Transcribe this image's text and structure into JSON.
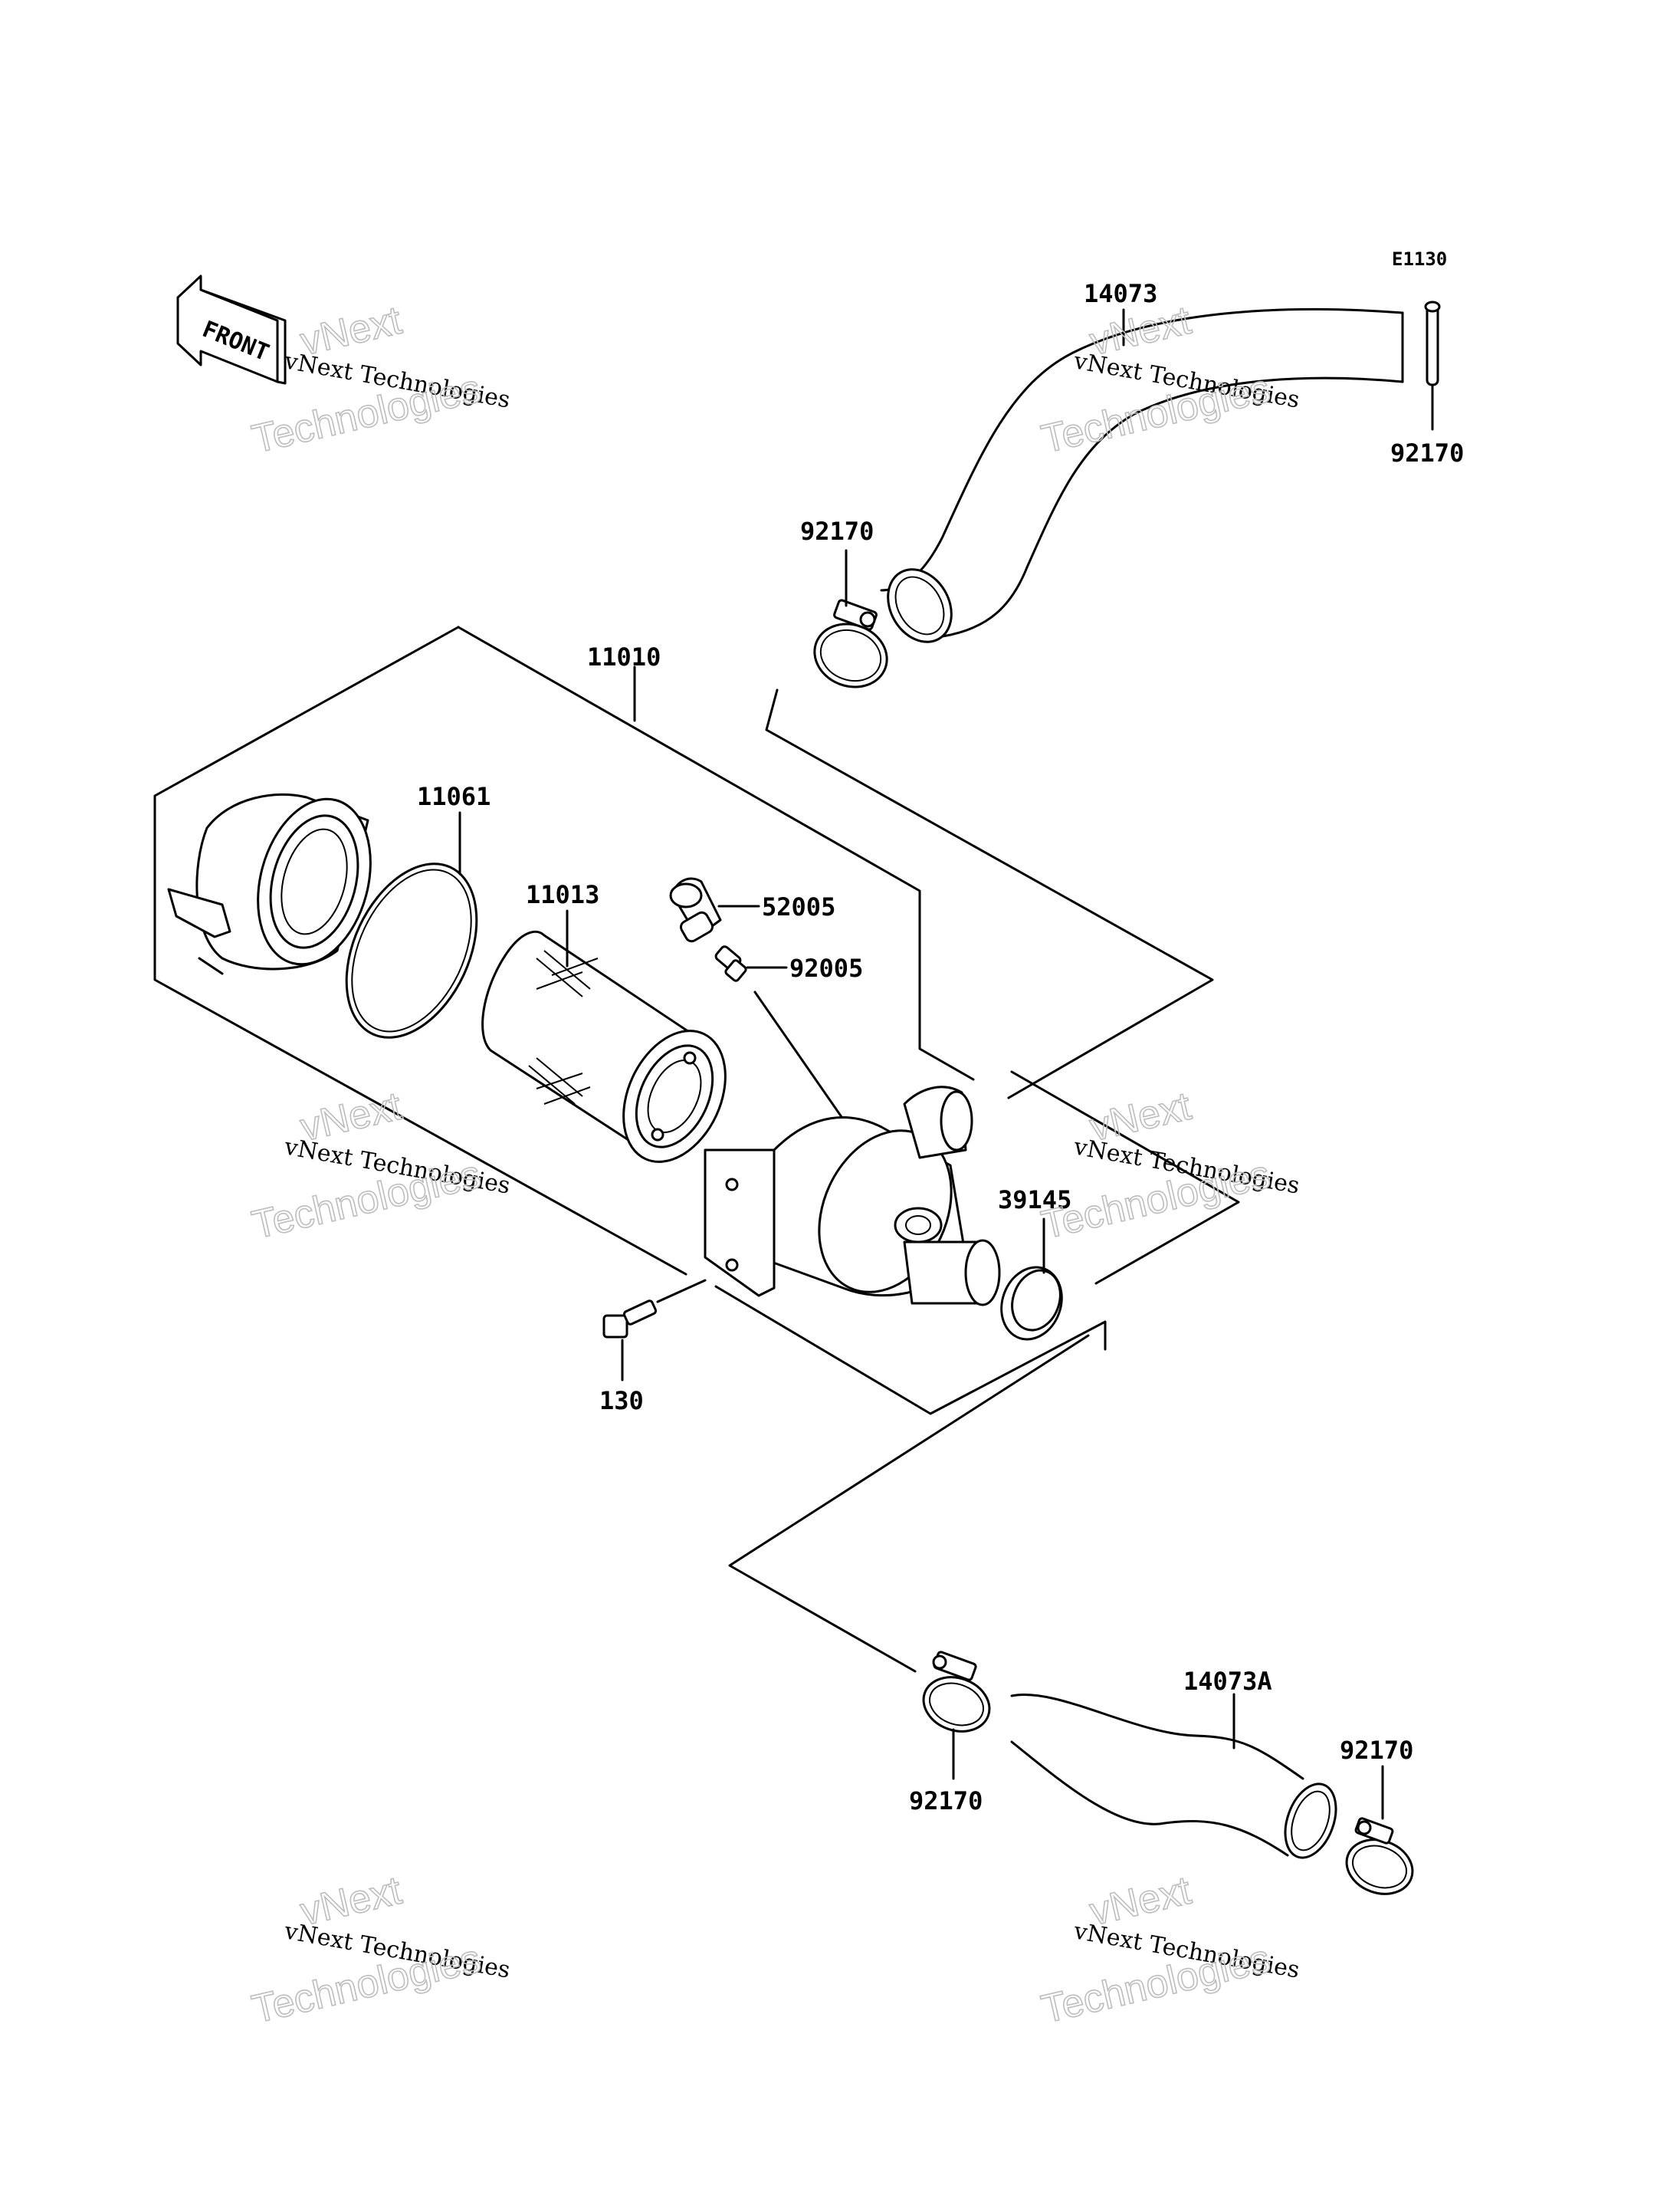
{
  "diagram_code": "E1130",
  "orientation_marker": "FRONT",
  "watermark": {
    "line1": "vNext Technologies",
    "line2a": "vNext",
    "line2b": "Technologies"
  },
  "parts": [
    {
      "id": "p14073",
      "label": "14073"
    },
    {
      "id": "p92170a",
      "label": "92170"
    },
    {
      "id": "p92170b",
      "label": "92170"
    },
    {
      "id": "p11010",
      "label": "11010"
    },
    {
      "id": "p11061",
      "label": "11061"
    },
    {
      "id": "p11013",
      "label": "11013"
    },
    {
      "id": "p52005",
      "label": "52005"
    },
    {
      "id": "p92005",
      "label": "92005"
    },
    {
      "id": "p39145",
      "label": "39145"
    },
    {
      "id": "p130",
      "label": "130"
    },
    {
      "id": "p14073A",
      "label": "14073A"
    },
    {
      "id": "p92170c",
      "label": "92170"
    },
    {
      "id": "p92170d",
      "label": "92170"
    }
  ]
}
